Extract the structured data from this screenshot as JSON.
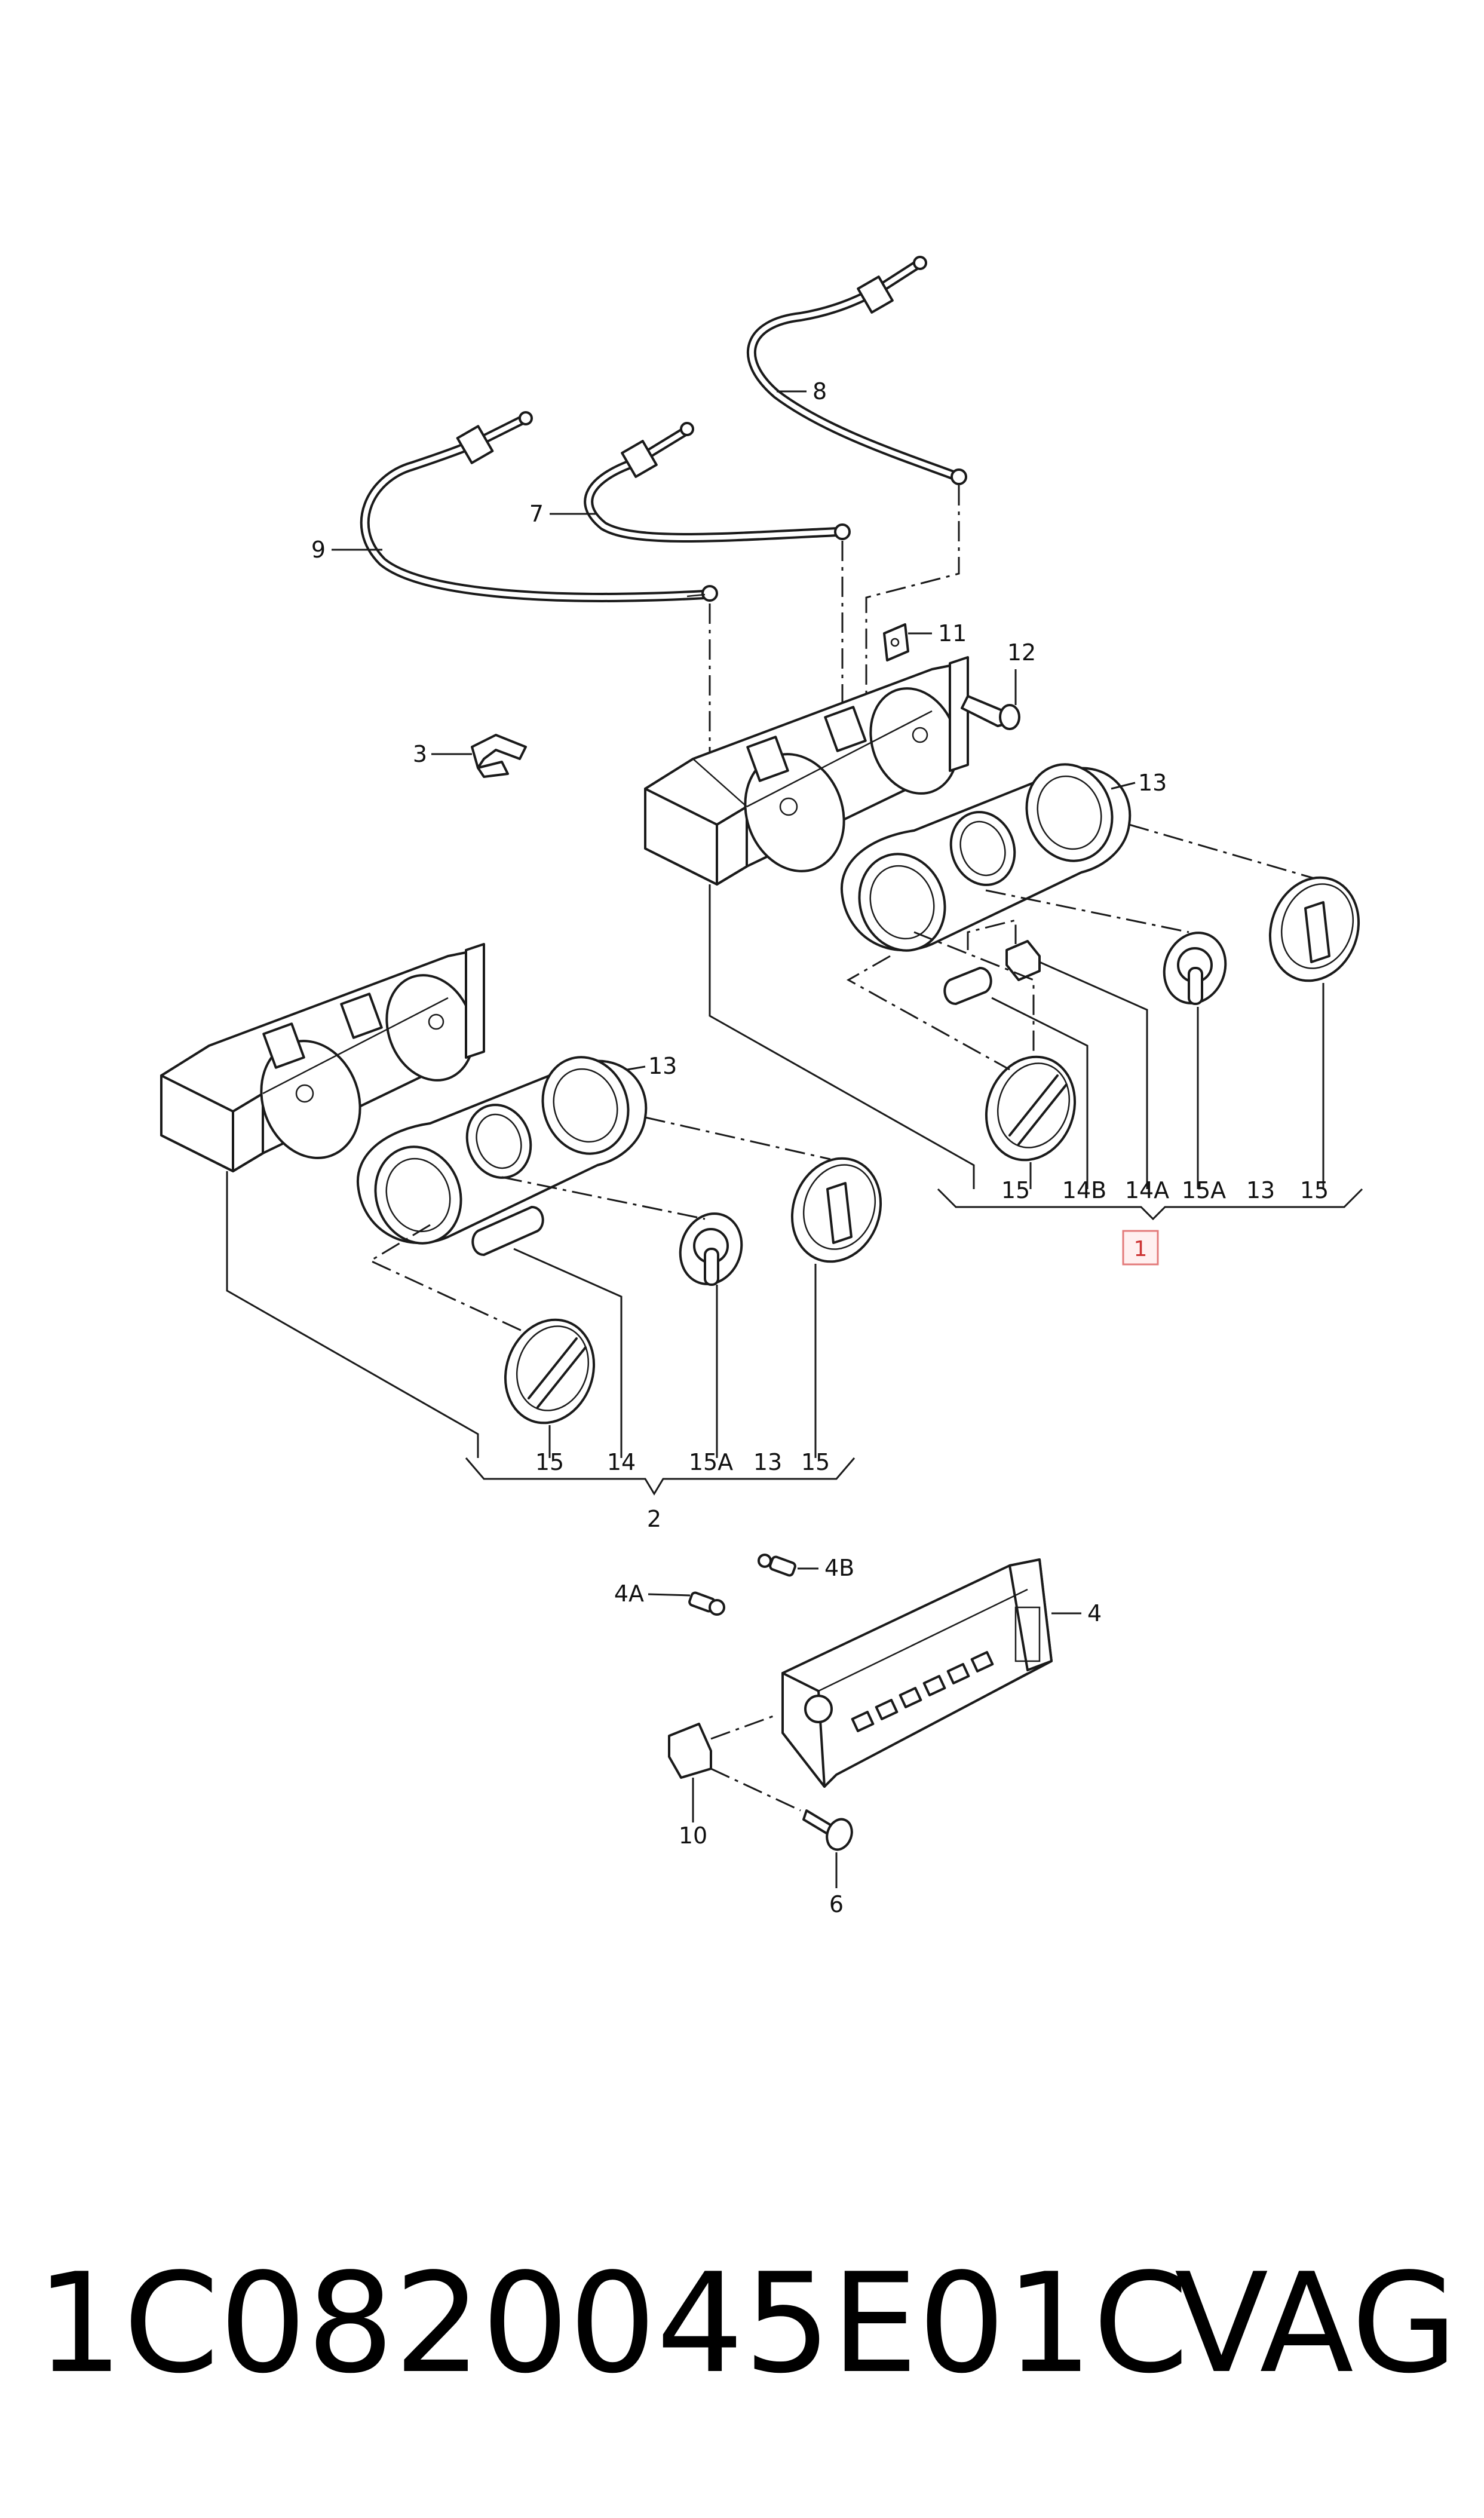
{
  "part_number": "1C0820045E01C",
  "brand": "VAG",
  "callouts": {
    "c1": "1",
    "c2": "2",
    "c3": "3",
    "c4": "4",
    "c4a": "4A",
    "c4b": "4B",
    "c6": "6",
    "c7": "7",
    "c8": "8",
    "c9": "9",
    "c10": "10",
    "c11": "11",
    "c12": "12",
    "c13_upper": "13",
    "c13_lower": "13"
  },
  "group_1_labels": [
    "15",
    "14B",
    "14A",
    "15A",
    "13",
    "15"
  ],
  "group_2_labels": [
    "15",
    "14",
    "15A",
    "13",
    "15"
  ],
  "highlighted_callout": "1",
  "colors": {
    "line": "#1a1a1a",
    "highlight_border": "#e37b7b",
    "highlight_text": "#cc3333"
  }
}
